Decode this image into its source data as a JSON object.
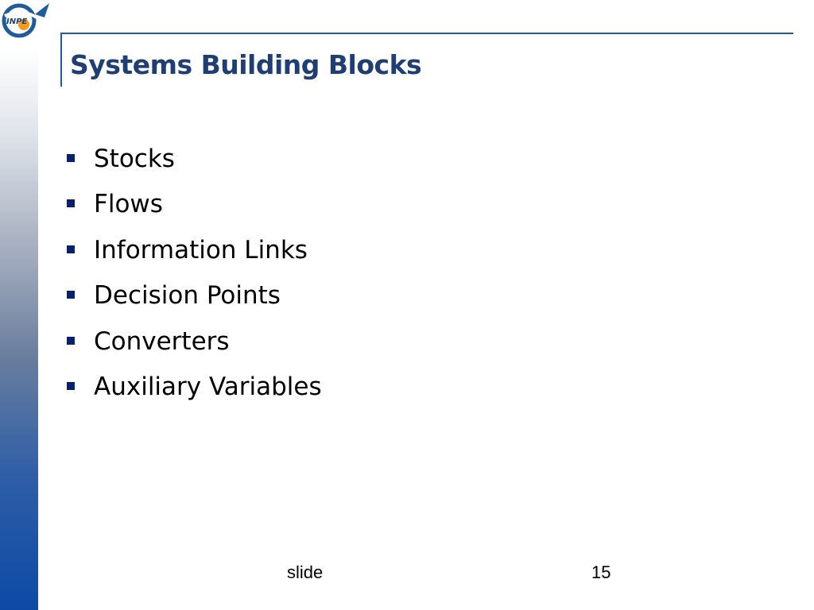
{
  "slide": {
    "title": "Systems Building Blocks",
    "bullets": [
      {
        "label": "Stocks"
      },
      {
        "label": "Flows"
      },
      {
        "label": "Information Links"
      },
      {
        "label": "Decision Points"
      },
      {
        "label": "Converters"
      },
      {
        "label": "Auxiliary Variables"
      }
    ],
    "footer": {
      "label": "slide",
      "page_number": "15"
    }
  },
  "logo": {
    "text": "INPE",
    "icon": "inpe-logo-icon"
  },
  "colors": {
    "title": "#1f3f74",
    "frame": "#1f5c9e",
    "bullet": "#0a1f6e",
    "side_band_bottom": "#0d4aa6"
  }
}
